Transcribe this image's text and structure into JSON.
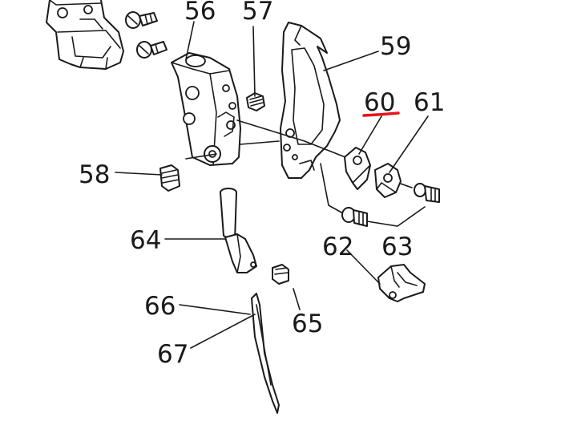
{
  "diagram": {
    "callouts": {
      "p56": "56",
      "p57": "57",
      "p58": "58",
      "p59": "59",
      "p60": "60",
      "p61": "61",
      "p62": "62",
      "p63": "63",
      "p64": "64",
      "p65": "65",
      "p66": "66",
      "p67": "67"
    },
    "highlighted_part": "60",
    "highlight_color": "#e8141c",
    "line_color": "#1a1a1a",
    "background_color": "#ffffff"
  }
}
